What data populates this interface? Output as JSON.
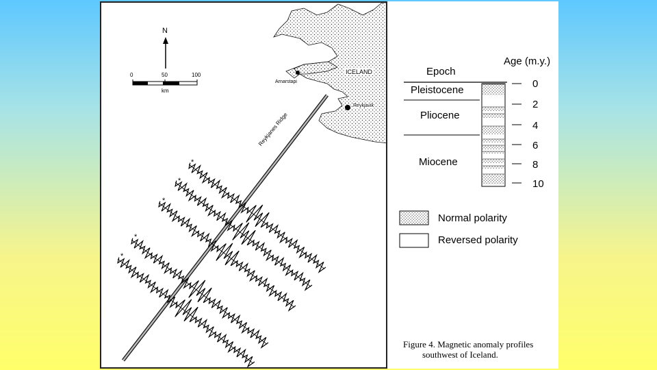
{
  "map": {
    "north_label": "N",
    "scale_ticks": [
      "0",
      "50",
      "100"
    ],
    "scale_unit": "km",
    "country_label": "ICELAND",
    "places": [
      {
        "name": "Arnarstapi"
      },
      {
        "name": "Reykjavik"
      }
    ],
    "ridge_label": "Reykjanes Ridge",
    "profile_marker": "*"
  },
  "timescale": {
    "epoch_header": "Epoch",
    "age_header": "Age (m.y.)",
    "epochs": [
      "Pleistocene",
      "Pliocene",
      "Miocene"
    ],
    "ages": [
      "0",
      "2",
      "4",
      "6",
      "8",
      "10"
    ]
  },
  "legend": {
    "normal": "Normal polarity",
    "reversed": "Reversed polarity"
  },
  "caption": {
    "line1": "Figure 4.  Magnetic anomaly profiles",
    "line2": "southwest of Iceland."
  },
  "colors": {
    "background_top": "#5ec8ff",
    "background_bottom": "#ffff6a",
    "ink": "#000000"
  }
}
